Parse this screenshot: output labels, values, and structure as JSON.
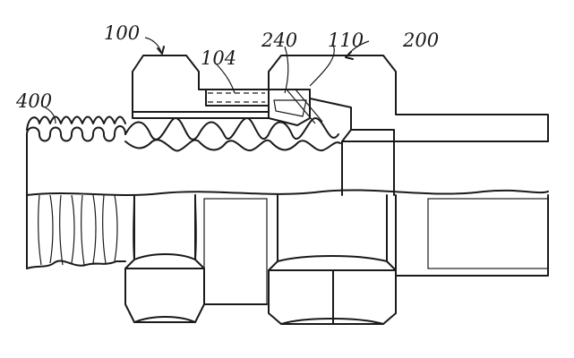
{
  "labels": {
    "ref_100": "100",
    "ref_104": "104",
    "ref_240": "240",
    "ref_110": "110",
    "ref_200": "200",
    "ref_400": "400"
  }
}
